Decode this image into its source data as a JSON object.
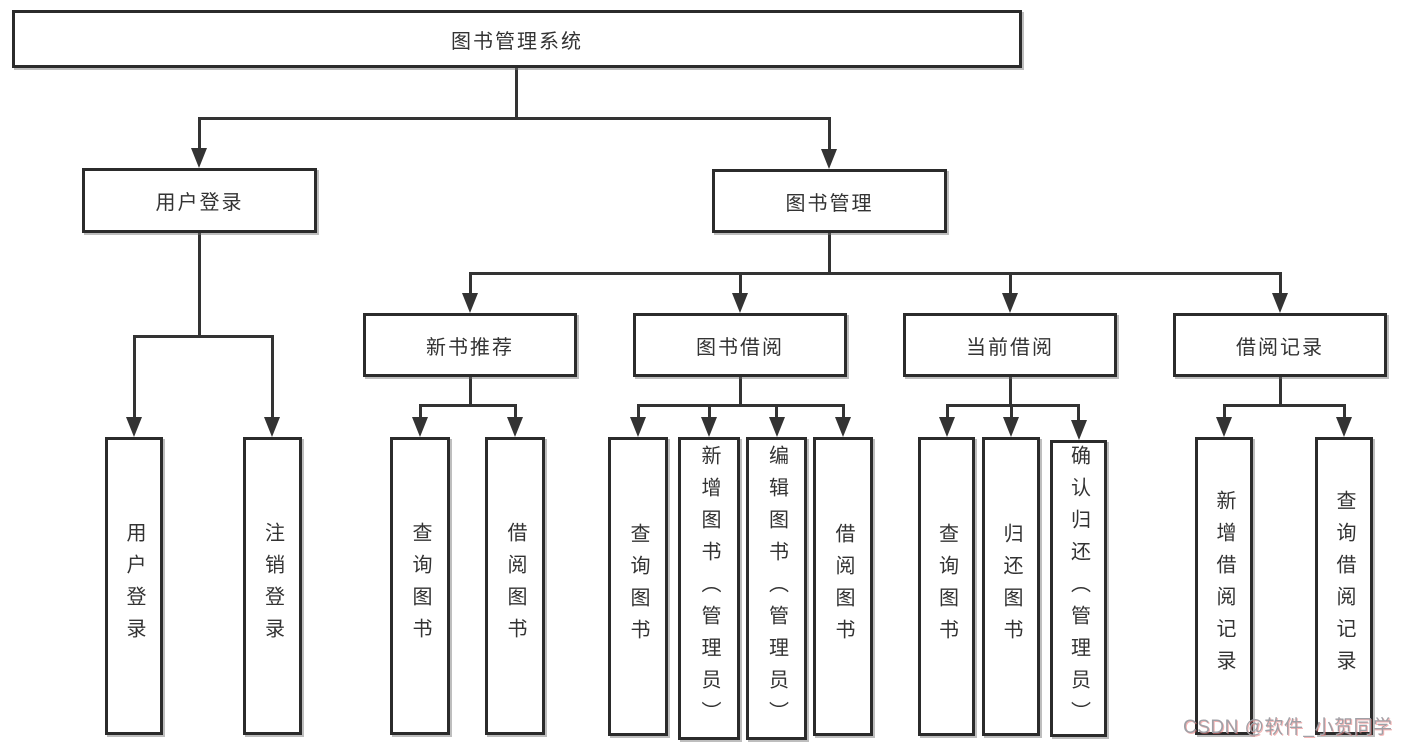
{
  "diagram": {
    "root": {
      "label": "图书管理系统",
      "children": [
        {
          "label": "用户登录",
          "children": [
            {
              "label": "用户登录"
            },
            {
              "label": "注销登录"
            }
          ]
        },
        {
          "label": "图书管理",
          "children": [
            {
              "label": "新书推荐",
              "children": [
                {
                  "label": "查询图书"
                },
                {
                  "label": "借阅图书"
                }
              ]
            },
            {
              "label": "图书借阅",
              "children": [
                {
                  "label": "查询图书"
                },
                {
                  "label": "新增图书（管理员）"
                },
                {
                  "label": "编辑图书（管理员）"
                },
                {
                  "label": "借阅图书"
                }
              ]
            },
            {
              "label": "当前借阅",
              "children": [
                {
                  "label": "查询图书"
                },
                {
                  "label": "归还图书"
                },
                {
                  "label": "确认归还（管理员）"
                }
              ]
            },
            {
              "label": "借阅记录",
              "children": [
                {
                  "label": "新增借阅记录"
                },
                {
                  "label": "查询借阅记录"
                }
              ]
            }
          ]
        }
      ]
    }
  },
  "watermark": {
    "text": "CSDN @软件_小贺同学"
  },
  "colors": {
    "line": "#333333",
    "box_border": "#2b2b2b",
    "background": "#ffffff",
    "text": "#333333",
    "watermark_text": "#a0a0a6"
  }
}
